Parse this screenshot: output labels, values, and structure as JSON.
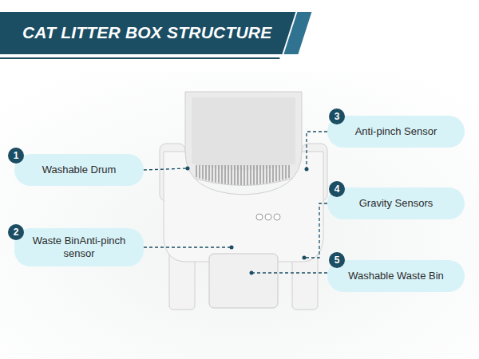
{
  "diagram": {
    "title": "CAT LITTER BOX STRUCTURE",
    "nodes": [
      {
        "text": [
          "Washable Drum"
        ]
      },
      {
        "text": [
          "Waste BinAnti-pinch sensor"
        ]
      },
      {
        "text": [
          "Anti-pinch Sensor"
        ]
      },
      {
        "text": [
          "Gravity Sensors"
        ]
      },
      {
        "text": [
          "Washable Waste Bin"
        ]
      }
    ],
    "labels": [
      "1",
      "2",
      "3",
      "4",
      "5"
    ]
  }
}
